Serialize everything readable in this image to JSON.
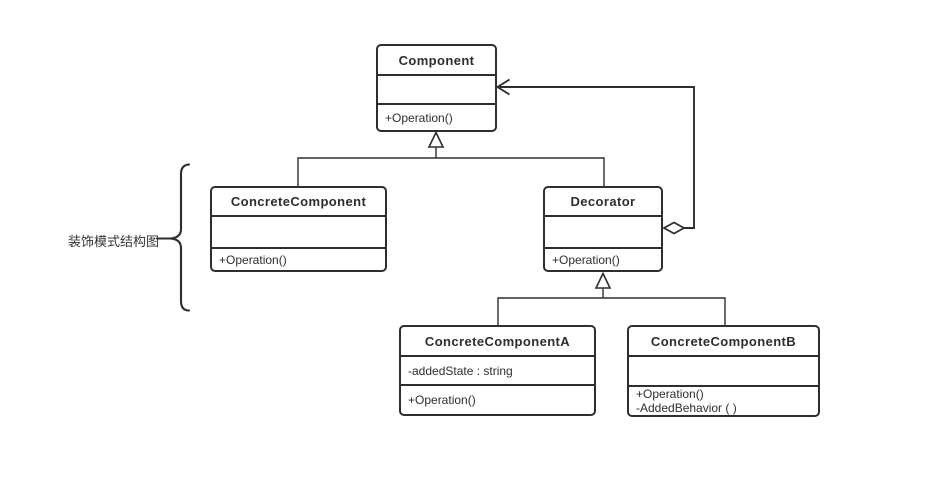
{
  "colors": {
    "stroke": "#2e2e2e",
    "text": "#2e2e2e",
    "background": "#ffffff",
    "shape_fill": "#ffffff"
  },
  "diagram": {
    "label": "装饰模式结构图",
    "classes": [
      {
        "name": "Component",
        "attributes": [],
        "operations": [
          "+Operation()"
        ]
      },
      {
        "name": "ConcreteComponent",
        "attributes": [],
        "operations": [
          "+Operation()"
        ]
      },
      {
        "name": "Decorator",
        "attributes": [],
        "operations": [
          "+Operation()"
        ]
      },
      {
        "name": "ConcreteComponentA",
        "attributes": [
          "-addedState : string"
        ],
        "operations": [
          "+Operation()"
        ]
      },
      {
        "name": "ConcreteComponentB",
        "attributes": [],
        "operations": [
          "+Operation()",
          "-AddedBehavior ( )"
        ]
      }
    ],
    "relationships": [
      {
        "type": "generalization",
        "from": "ConcreteComponent",
        "to": "Component"
      },
      {
        "type": "generalization",
        "from": "Decorator",
        "to": "Component"
      },
      {
        "type": "generalization",
        "from": "ConcreteComponentA",
        "to": "Decorator"
      },
      {
        "type": "generalization",
        "from": "ConcreteComponentB",
        "to": "Decorator"
      },
      {
        "type": "aggregation",
        "from": "Decorator",
        "to": "Component"
      }
    ]
  }
}
